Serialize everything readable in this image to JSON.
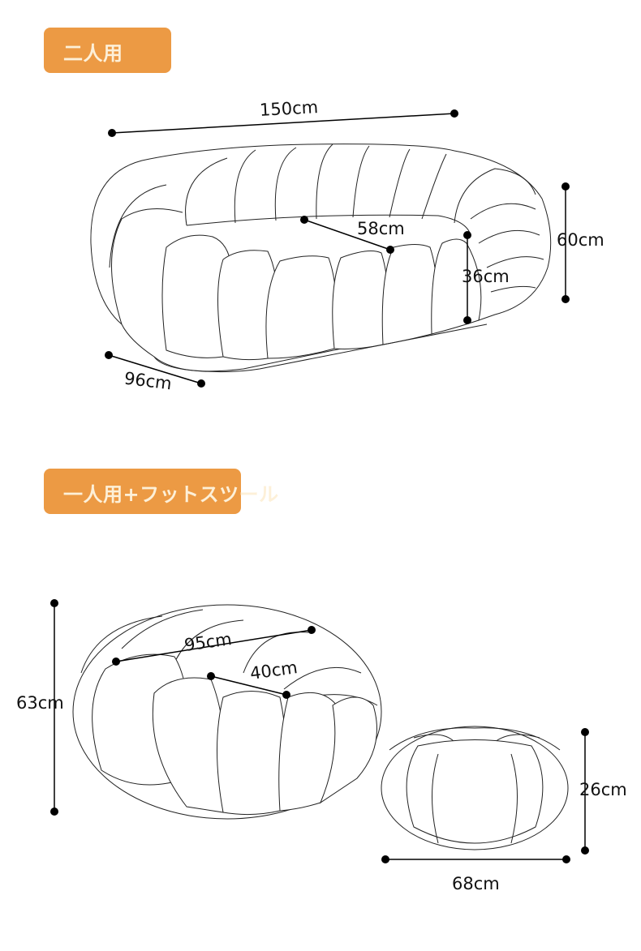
{
  "sections": [
    {
      "title": "二人用",
      "dimensions": {
        "width": "150cm",
        "depth": "96cm",
        "seat_depth": "58cm",
        "height": "60cm",
        "seat_height": "36cm"
      }
    },
    {
      "title": "一人用+フットスツール",
      "dimensions": {
        "chair_height": "63cm",
        "chair_width": "95cm",
        "chair_seat_depth": "40cm",
        "stool_height": "26cm",
        "stool_width": "68cm"
      }
    }
  ],
  "colors": {
    "badge": "#ec9a44",
    "badge_text": "#fdf0d8"
  }
}
